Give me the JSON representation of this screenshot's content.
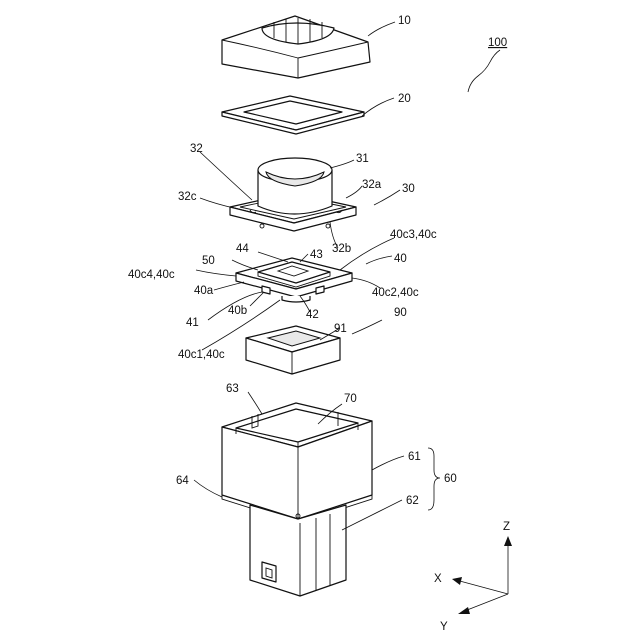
{
  "labels": {
    "assembly": "100",
    "cap": "10",
    "frame": "20",
    "key_unit": "30",
    "dome": "31",
    "flange": "32",
    "flange_a": "32a",
    "flange_b": "32b",
    "flange_c": "32c",
    "base": "40",
    "base_a": "40a",
    "base_b": "40b",
    "base_c1": "40c1,40c",
    "base_c2": "40c2,40c",
    "base_c3": "40c3,40c",
    "base_c4": "40c4,40c",
    "part41": "41",
    "part42": "42",
    "part43": "43",
    "part44": "44",
    "part50": "50",
    "holder": "90",
    "holder_a": "91",
    "housing": "60",
    "housing_upper": "61",
    "housing_lower": "62",
    "housing_slot": "63",
    "housing_edge": "64",
    "housing_cavity": "70"
  },
  "axes": {
    "z": "Z",
    "x": "X",
    "y": "Y"
  }
}
